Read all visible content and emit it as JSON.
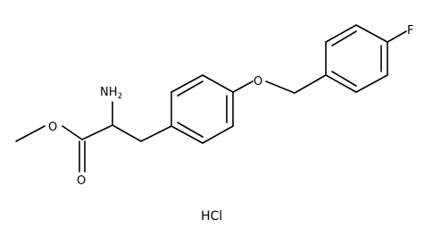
{
  "structure": {
    "atoms": {
      "amine": "NH",
      "amine_subscript": "2",
      "ether_oxygen": "O",
      "ester_oxygen": "O",
      "carbonyl_oxygen": "O",
      "fluorine": "F"
    },
    "salt": "HCl"
  }
}
